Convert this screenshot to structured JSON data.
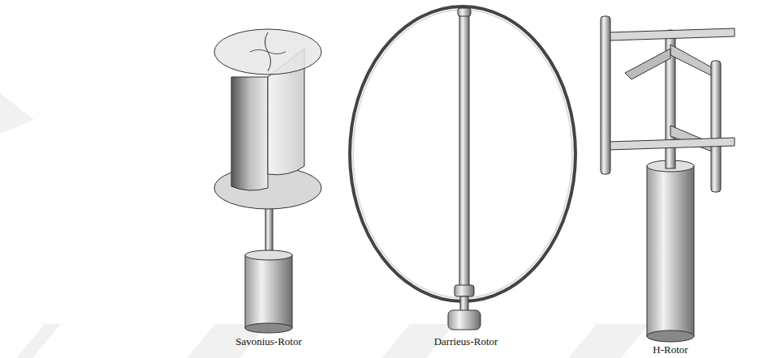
{
  "diagram": {
    "labels": [
      "Savonius-Rotor",
      "Darrieus-Rotor",
      "H-Rotor"
    ]
  }
}
